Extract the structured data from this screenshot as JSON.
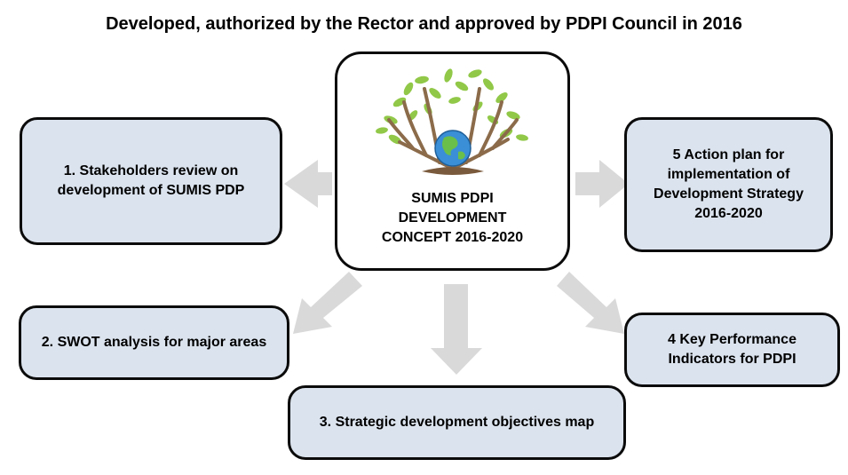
{
  "title": "Developed, authorized by the Rector and approved by PDPI Council in 2016",
  "center": {
    "lines": [
      "SUMIS PDPI",
      "DEVELOPMENT",
      "CONCEPT 2016-2020"
    ],
    "icon": "tree-globe-icon"
  },
  "boxes": {
    "b1": "1. Stakeholders review on development of SUMIS PDP",
    "b2": "2. SWOT analysis for major areas",
    "b3": "3. Strategic development objectives map",
    "b4": "4 Key Performance Indicators for PDPI",
    "b5": "5 Action plan for implementation of Development Strategy 2016-2020"
  },
  "colors": {
    "box_fill": "#dbe3ee",
    "arrow": "#d9d9d9",
    "border": "#0b0b0b"
  }
}
